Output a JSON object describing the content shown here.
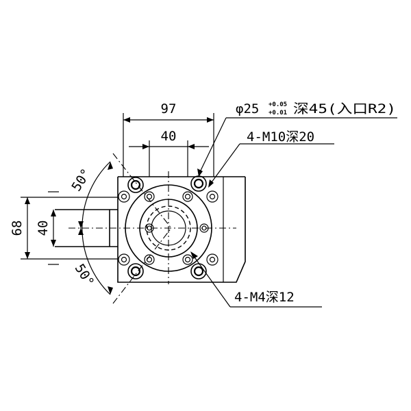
{
  "dimensions": {
    "width_97": "97",
    "width_40": "40",
    "height_68": "68",
    "height_40": "40",
    "angle_top": "50°",
    "angle_bottom": "50°"
  },
  "callouts": {
    "bore": {
      "prefix": "φ25",
      "tol_upper": "+0.05",
      "tol_lower": "+0.01",
      "suffix": "深45(入口R2)"
    },
    "tapped_holes_m10": "4-M10深20",
    "tapped_holes_m4": "4-M4深12"
  }
}
